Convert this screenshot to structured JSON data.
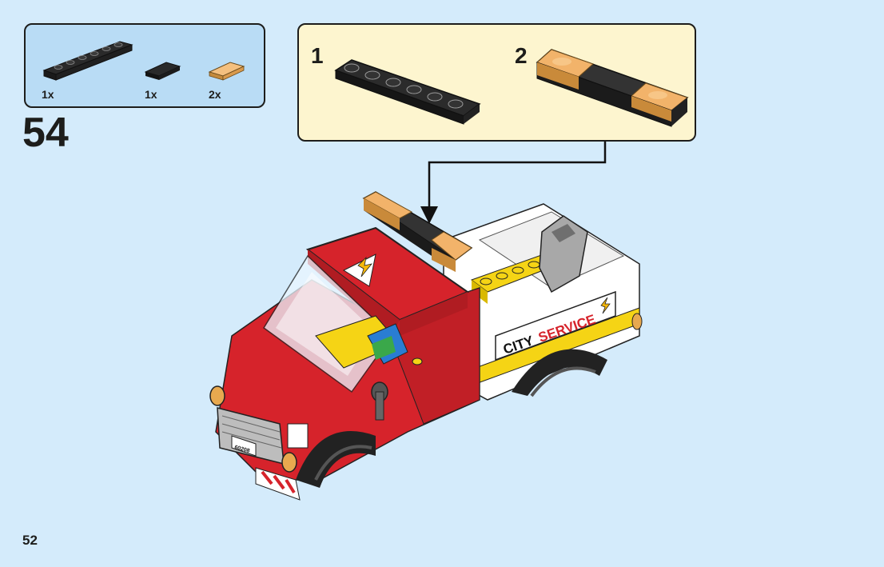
{
  "parts_callout": {
    "items": [
      {
        "name": "black 1x6 plate",
        "qty": "1x"
      },
      {
        "name": "black 1x2 tile",
        "qty": "1x"
      },
      {
        "name": "trans-orange 1x2 tile",
        "qty": "2x"
      }
    ]
  },
  "step": {
    "number": "54"
  },
  "subassembly": {
    "steps": [
      {
        "number": "1"
      },
      {
        "number": "2"
      }
    ]
  },
  "truck": {
    "door_text_1": "CITY",
    "door_text_2": "SERVICE",
    "license_plate": "60208"
  },
  "page": {
    "number": "52"
  },
  "colors": {
    "background": "#d4ebfb",
    "parts_box": "#b9dcf5",
    "subassembly_box": "#fdf5cf",
    "truck_red": "#d6232b",
    "truck_white": "#ffffff",
    "light_bar_orange": "#f2b36a",
    "yellow": "#f5d415"
  }
}
